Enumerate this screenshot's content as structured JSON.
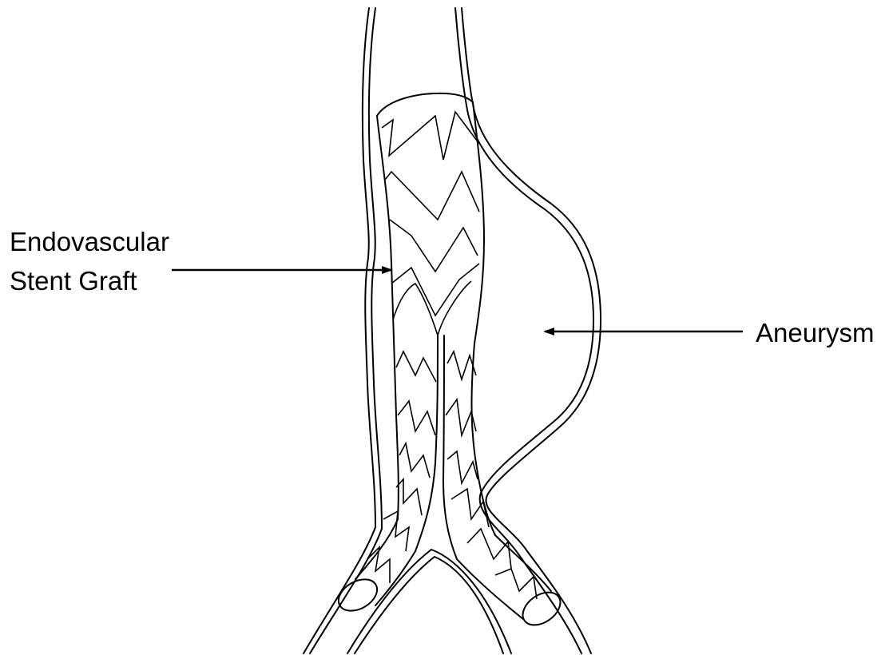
{
  "labels": {
    "stent_line1": "Endovascular",
    "stent_line2": "Stent Graft",
    "aneurysm": "Aneurysm"
  },
  "colors": {
    "stroke": "#000000",
    "background": "#ffffff"
  }
}
